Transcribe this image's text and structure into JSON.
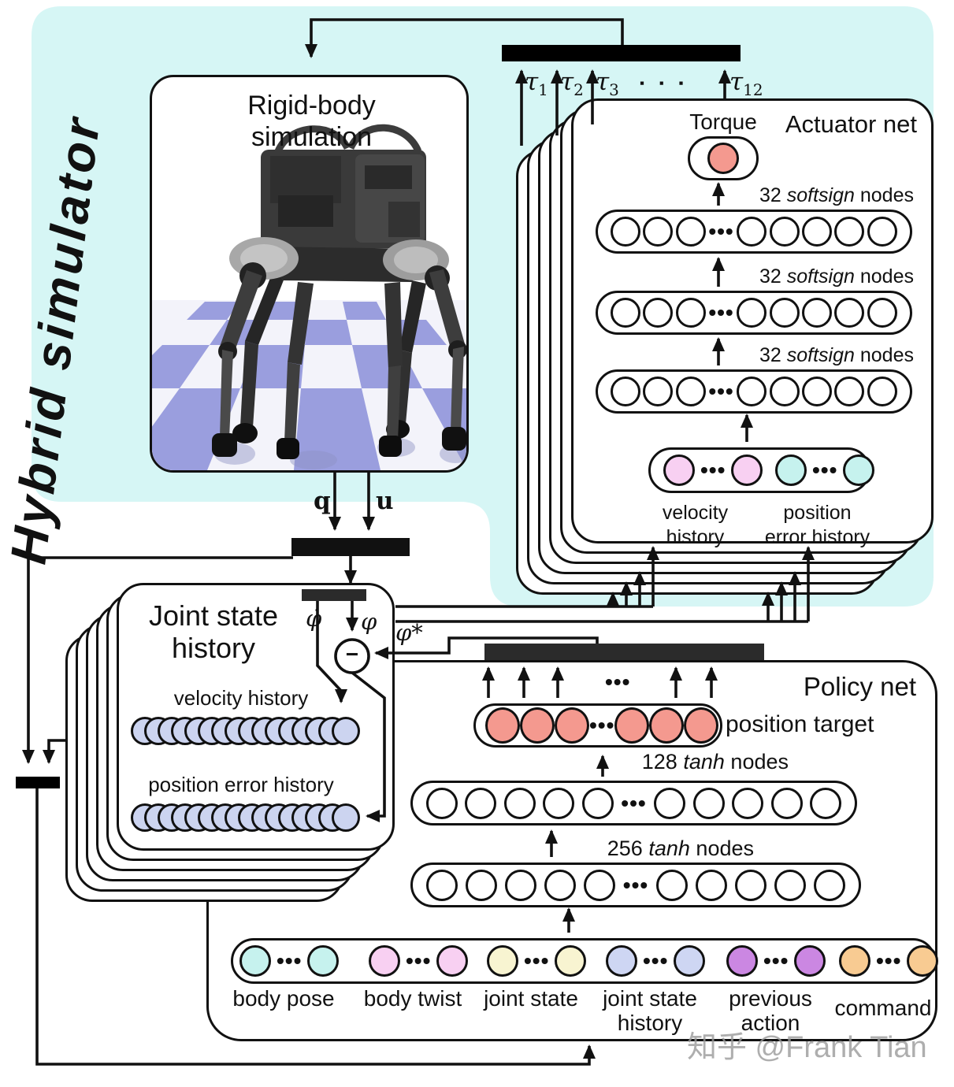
{
  "hybrid_label": "Hybrid simulator",
  "watermark": "知乎 @Frank Tian",
  "colors": {
    "panel": "#d6f6f5",
    "node_red": "#f4998f",
    "node_pink": "#f8d0f2",
    "node_cyan": "#c6f2ee",
    "node_yellow": "#f8f4d1",
    "node_lavender": "#ced6f3",
    "node_purple": "#cb87e2",
    "node_orange": "#f8cb92",
    "history_node": "#ccd4f0",
    "floor_tile": "#9a9ede"
  },
  "rigid_body": {
    "title_l1": "Rigid-body",
    "title_l2": "simulation"
  },
  "math": {
    "q": "q",
    "u": "u",
    "phi_dot": "φ̇",
    "phi": "φ",
    "phi_star": "φ*",
    "minus": "−",
    "tau": "τ",
    "tau_subs": [
      "1",
      "2",
      "3",
      "12"
    ],
    "dots": "•••",
    "tau_dots": "▪ ▪ ▪"
  },
  "actuator_net": {
    "title": "Actuator net",
    "torque": "Torque",
    "layer_count": "32",
    "layer_fn": "softsign",
    "layer_word": "nodes",
    "velocity_l1": "velocity",
    "velocity_l2": "history",
    "position_l1": "position",
    "position_l2": "error history"
  },
  "joint_history": {
    "title_l1": "Joint state",
    "title_l2": "history",
    "velocity": "velocity history",
    "position": "position error history"
  },
  "policy_net": {
    "title": "Policy net",
    "output": "position target",
    "l1_count": "128",
    "l1_fn": "tanh",
    "l1_word": "nodes",
    "l2_count": "256",
    "l2_fn": "tanh",
    "l2_word": "nodes",
    "inputs": [
      {
        "label": "body pose"
      },
      {
        "label": "body twist"
      },
      {
        "label": "joint state"
      },
      {
        "label": "joint state history"
      },
      {
        "label": "previous action"
      },
      {
        "label": "command"
      }
    ]
  }
}
